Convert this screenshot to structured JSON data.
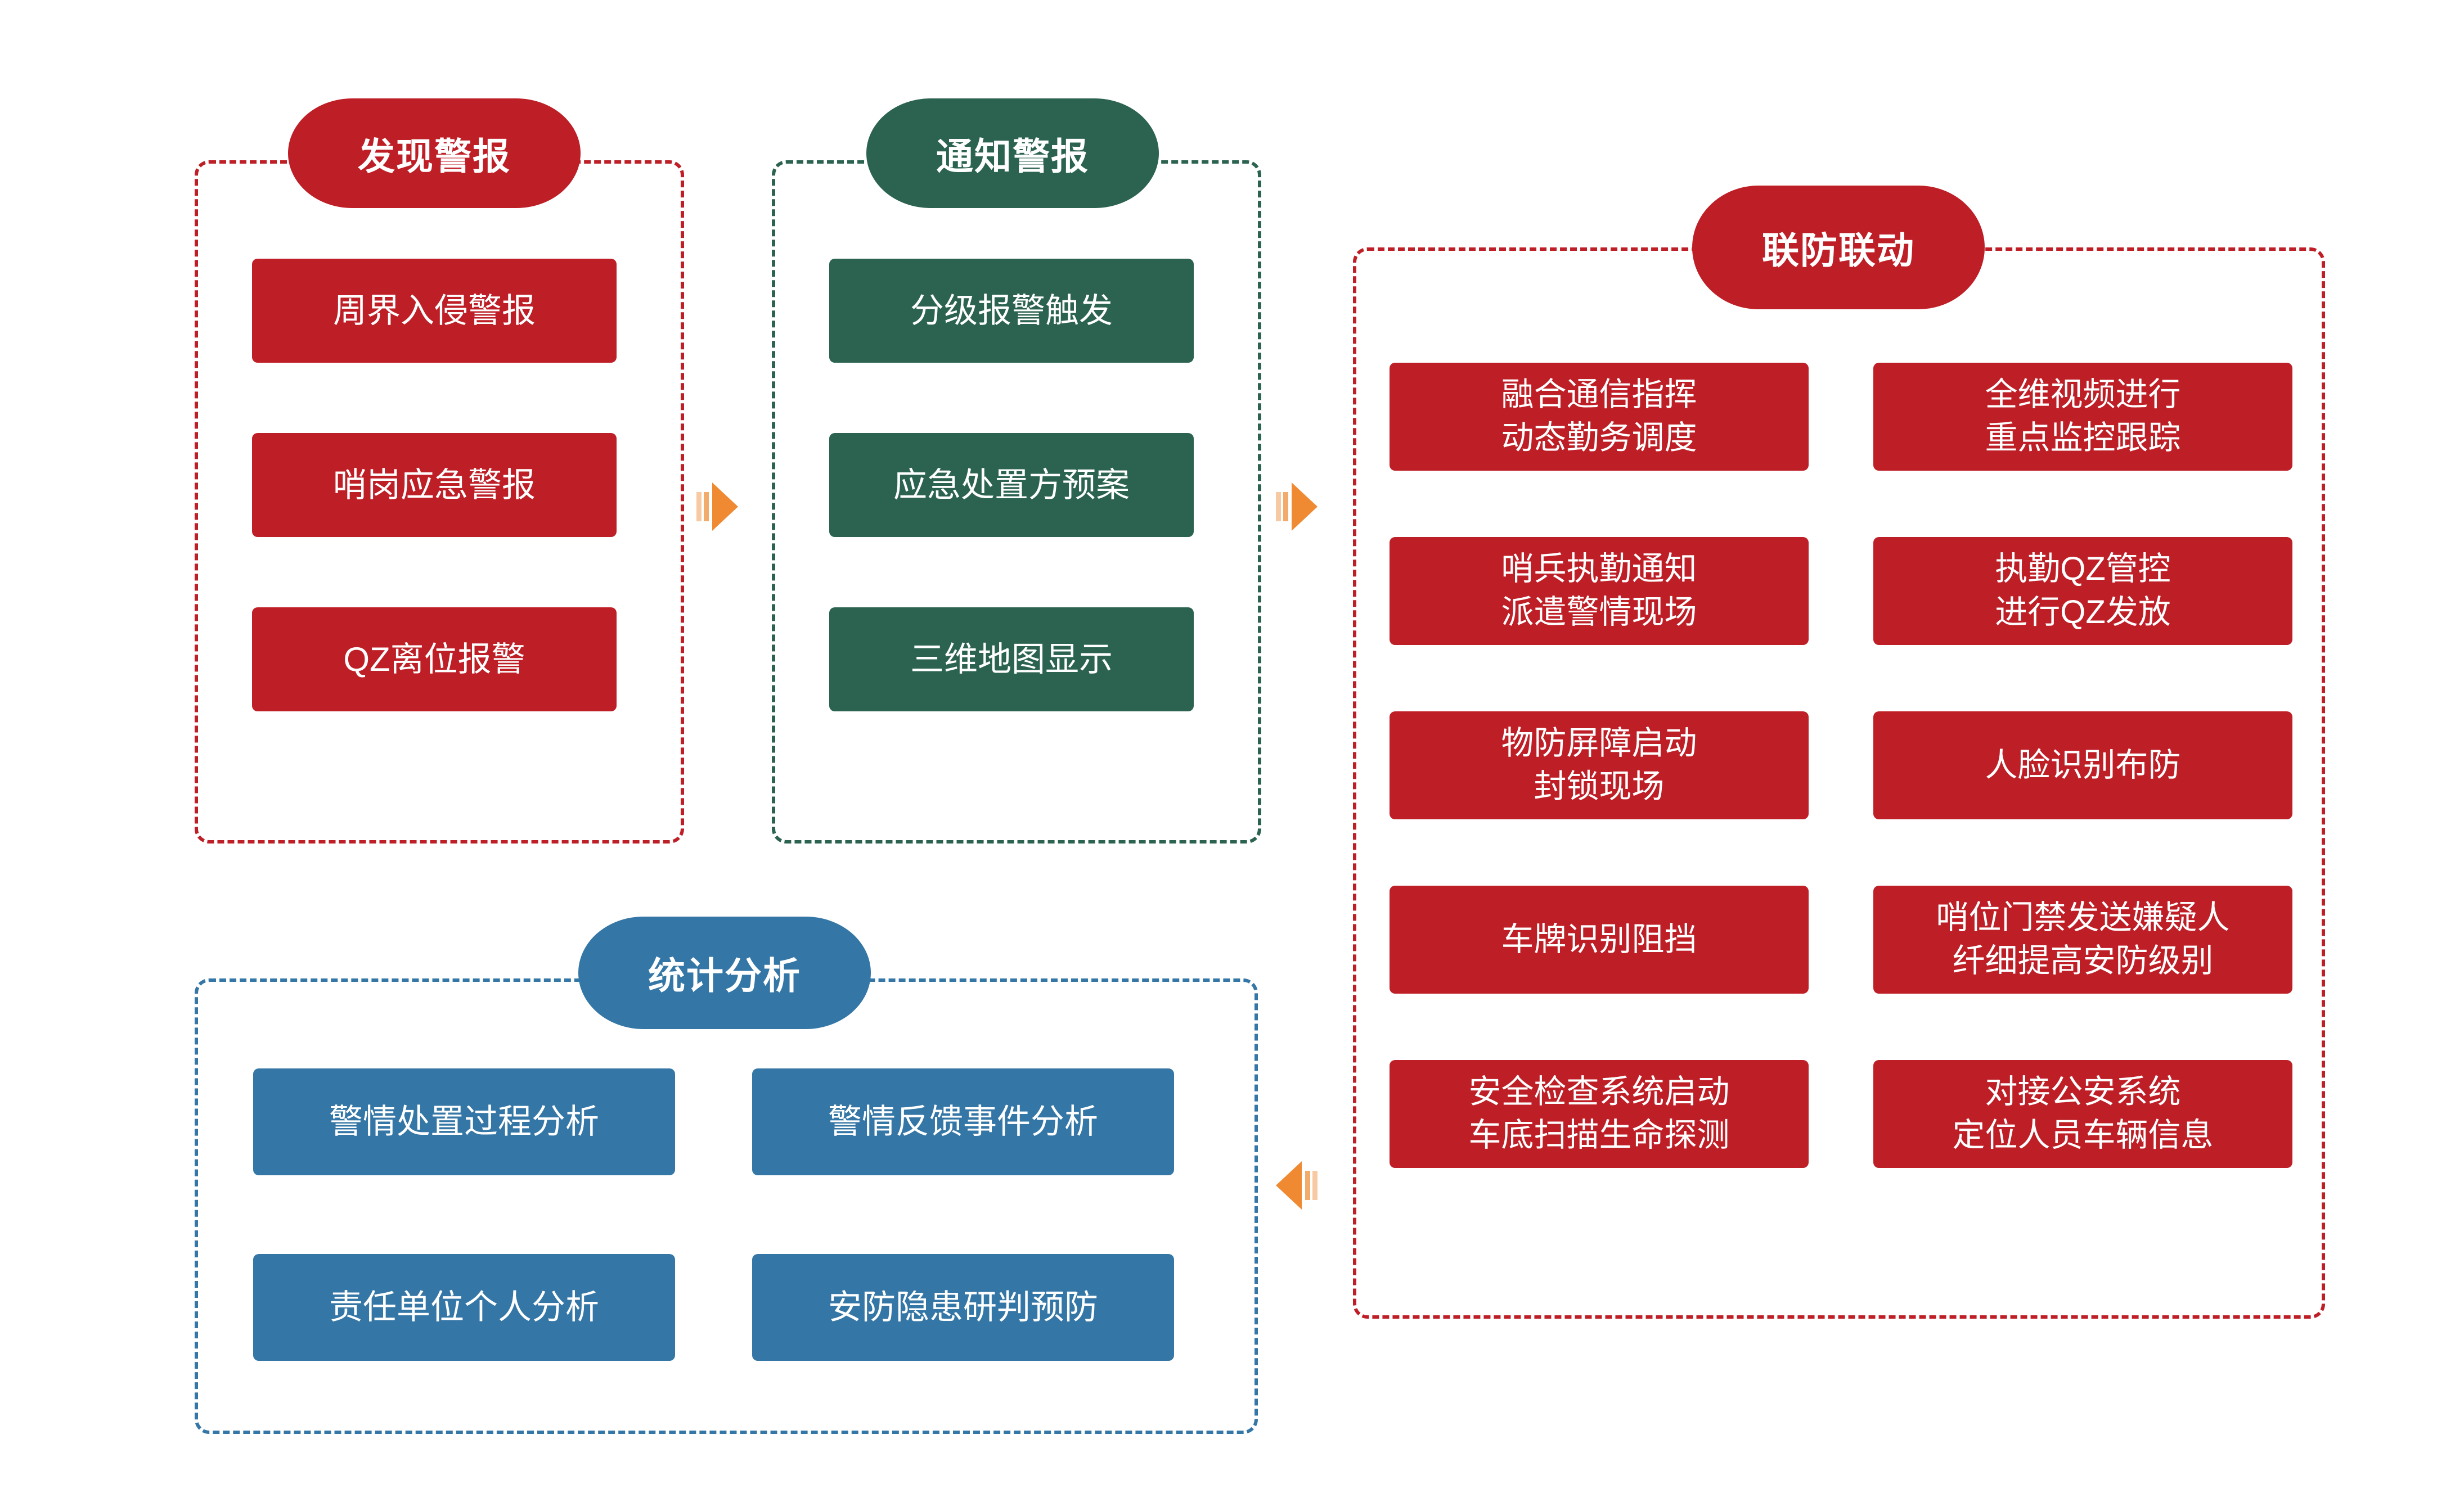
{
  "colors": {
    "red": "#BE1E26",
    "green": "#2B6350",
    "blue": "#3476A5",
    "arrow_orange": "#EF8A33",
    "text_on_fill": "#FFFFFF",
    "background": "#FFFFFF"
  },
  "groups": {
    "discover_alarm": {
      "title": "发现警报",
      "accent": "#BE1E26",
      "items": [
        {
          "label": "周界入侵警报"
        },
        {
          "label": "哨岗应急警报"
        },
        {
          "label": "QZ离位报警"
        }
      ]
    },
    "notify_alarm": {
      "title": "通知警报",
      "accent": "#2B6350",
      "items": [
        {
          "label": "分级报警触发"
        },
        {
          "label": "应急处置方预案"
        },
        {
          "label": "三维地图显示"
        }
      ]
    },
    "joint_defense": {
      "title": "联防联动",
      "accent": "#BE1E26",
      "items_left": [
        {
          "label": "融合通信指挥\n动态勤务调度"
        },
        {
          "label": "哨兵执勤通知\n派遣警情现场"
        },
        {
          "label": "物防屏障启动\n封锁现场"
        },
        {
          "label": "车牌识别阻挡"
        },
        {
          "label": "安全检查系统启动\n车底扫描生命探测"
        }
      ],
      "items_right": [
        {
          "label": "全维视频进行\n重点监控跟踪"
        },
        {
          "label": "执勤QZ管控\n进行QZ发放"
        },
        {
          "label": "人脸识别布防"
        },
        {
          "label": "哨位门禁发送嫌疑人\n纤细提高安防级别"
        },
        {
          "label": "对接公安系统\n定位人员车辆信息"
        }
      ]
    },
    "statistics": {
      "title": "统计分析",
      "accent": "#3476A5",
      "items": [
        {
          "label": "警情处置过程分析"
        },
        {
          "label": "警情反馈事件分析"
        },
        {
          "label": "责任单位个人分析"
        },
        {
          "label": "安防隐患研判预防"
        }
      ]
    }
  },
  "connectors": [
    {
      "name": "discover-to-notify",
      "direction": "right",
      "icon": "arrow-right-icon"
    },
    {
      "name": "notify-to-joint-defense",
      "direction": "right",
      "icon": "arrow-right-icon"
    },
    {
      "name": "joint-defense-to-statistics",
      "direction": "left",
      "icon": "arrow-left-icon"
    }
  ]
}
